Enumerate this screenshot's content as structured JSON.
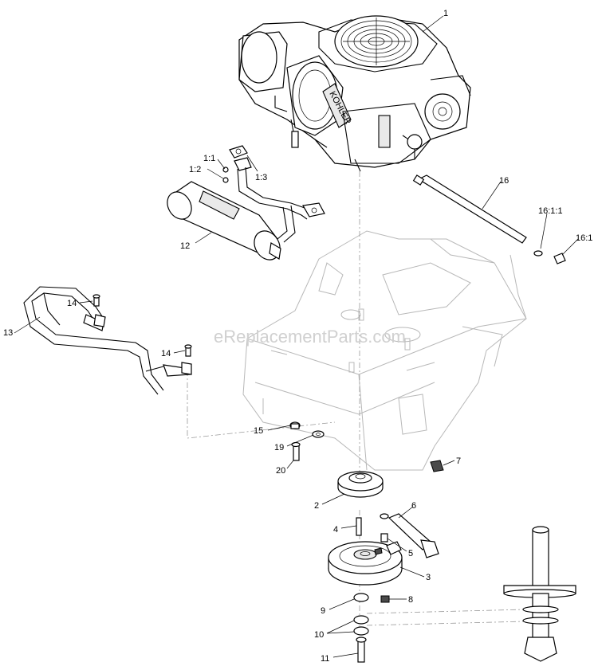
{
  "watermark": "eReplacementParts.com",
  "engine_brand": "KOHLER",
  "callouts": {
    "c1": "1",
    "c1_1": "1:1",
    "c1_2": "1:2",
    "c1_3": "1:3",
    "c2": "2",
    "c3": "3",
    "c4": "4",
    "c5": "5",
    "c6": "6",
    "c7": "7",
    "c8": "8",
    "c9": "9",
    "c10": "10",
    "c11": "11",
    "c12": "12",
    "c13": "13",
    "c14a": "14",
    "c14b": "14",
    "c15": "15",
    "c16": "16",
    "c16_1_1": "16:1:1",
    "c16_1": "16:1",
    "c19": "19",
    "c20": "20"
  }
}
